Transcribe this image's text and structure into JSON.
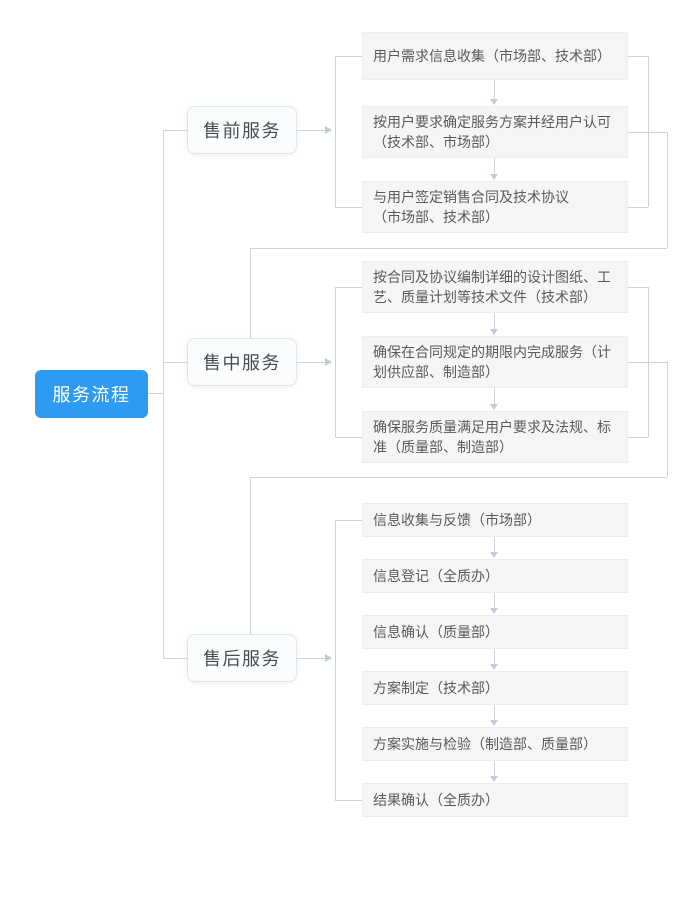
{
  "diagram": {
    "type": "flowchart",
    "title": "服务流程",
    "colors": {
      "root_bg": "#2e9bf0",
      "root_text": "#ffffff",
      "stage_bg": "#fbfcfd",
      "stage_border": "#dfe5ea",
      "stage_text": "#4a4d50",
      "step_bg": "#f5f5f6",
      "step_border": "#ebedee",
      "step_text": "#595a5b",
      "connector": "#ccd3da",
      "background": "#ffffff"
    },
    "root": {
      "label": "服务流程"
    },
    "stages": [
      {
        "label": "售前服务",
        "steps": [
          {
            "lines": [
              "用户需求信息收集（市场部、技术部）"
            ]
          },
          {
            "lines": [
              "按用户要求确定服务方案并经用户认可",
              "（技术部、市场部）"
            ]
          },
          {
            "lines": [
              "与用户签定销售合同及技术协议",
              "（市场部、技术部）"
            ]
          }
        ]
      },
      {
        "label": "售中服务",
        "steps": [
          {
            "lines": [
              "按合同及协议编制详细的设计图纸、工",
              "艺、质量计划等技术文件（技术部）"
            ]
          },
          {
            "lines": [
              "确保在合同规定的期限内完成服务（计",
              "划供应部、制造部）"
            ]
          },
          {
            "lines": [
              "确保服务质量满足用户要求及法规、标",
              "准（质量部、制造部）"
            ]
          }
        ]
      },
      {
        "label": "售后服务",
        "steps": [
          {
            "lines": [
              "信息收集与反馈（市场部）"
            ]
          },
          {
            "lines": [
              "信息登记（全质办）"
            ]
          },
          {
            "lines": [
              "信息确认（质量部）"
            ]
          },
          {
            "lines": [
              "方案制定（技术部）"
            ]
          },
          {
            "lines": [
              "方案实施与检验（制造部、质量部）"
            ]
          },
          {
            "lines": [
              "结果确认（全质办）"
            ]
          }
        ]
      }
    ]
  }
}
